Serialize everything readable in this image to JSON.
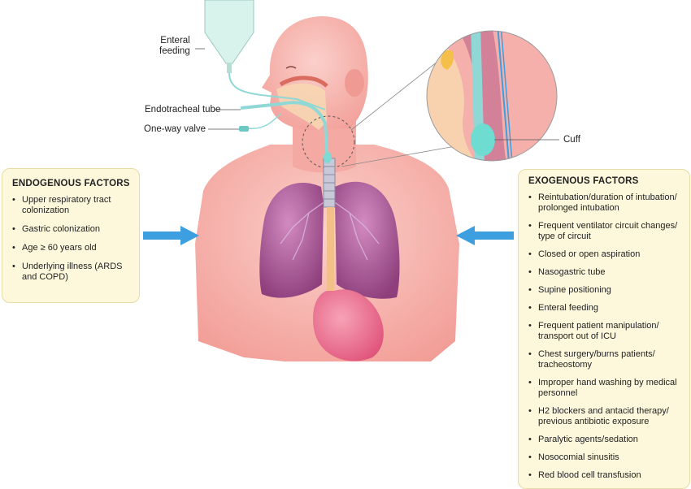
{
  "labels": {
    "enteral_feeding": "Enteral\nfeeding",
    "endotracheal_tube": "Endotracheal tube",
    "one_way_valve": "One-way valve",
    "cuff": "Cuff"
  },
  "endogenous": {
    "title": "ENDOGENOUS FACTORS",
    "items": [
      "Upper respiratory tract colonization",
      "Gastric colonization",
      "Age ≥ 60 years old",
      "Underlying illness (ARDS and COPD)"
    ]
  },
  "exogenous": {
    "title": "EXOGENOUS FACTORS",
    "items": [
      "Reintubation/duration of intubation/ prolonged intubation",
      "Frequent ventilator circuit changes/ type of circuit",
      "Closed or open aspiration",
      "Nasogastric tube",
      "Supine positioning",
      "Enteral feeding",
      "Frequent patient manipulation/ transport out of ICU",
      "Chest surgery/burns patients/ tracheostomy",
      "Improper hand washing by medical personnel",
      "H2 blockers and antacid therapy/ previous antibiotic exposure",
      "Paralytic agents/sedation",
      "Nosocomial sinusitis",
      "Red blood cell transfusion"
    ]
  },
  "colors": {
    "skin": "#f7b6b0",
    "skin_dark": "#ef9a93",
    "lung": "#b25a9a",
    "lung_dark": "#8e3f7c",
    "stomach": "#ec6f8a",
    "tube": "#8fd8d6",
    "arrow": "#3d9ee0",
    "box_fill": "#fdf8dc"
  }
}
